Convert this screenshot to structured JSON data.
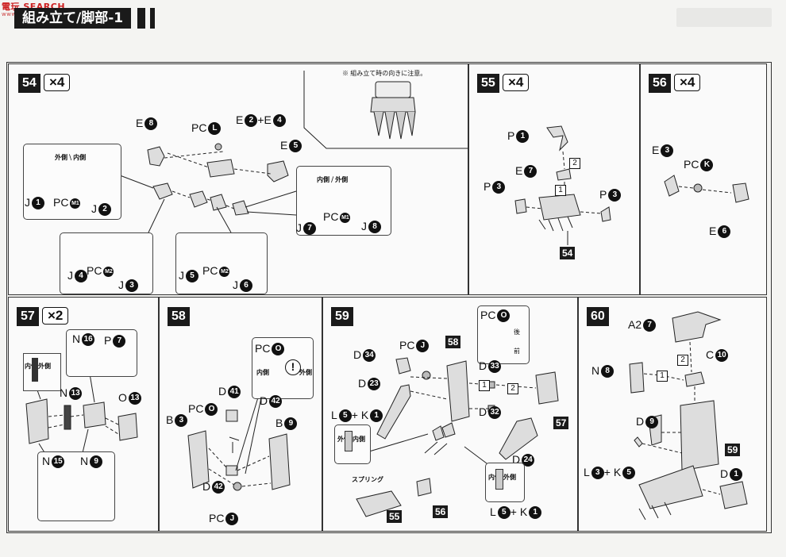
{
  "header": {
    "watermark": "電玩 SEARCH",
    "watermark_url": "www.toomoo.com",
    "title": "組み立て/脚部-1"
  },
  "steps": {
    "s54": {
      "number": "54",
      "multiplier": "×4",
      "note": "※ 組み立て時の向きに注意。",
      "labels": {
        "e8": "E",
        "e8n": "8",
        "pcl": "PC",
        "pcln": "L",
        "e2e4": "E",
        "e2n": "2",
        "plus": "+E",
        "e4n": "4",
        "e5": "E",
        "e5n": "5",
        "sideA_out": "外側",
        "sideA_in": "内側",
        "sideB_in": "内側",
        "sideB_out": "外側",
        "j1": "J",
        "j1n": "1",
        "pcm1a": "PC",
        "m1a": "M1",
        "j2": "J",
        "j2n": "2",
        "j7": "J",
        "j7n": "7",
        "pcm1b": "PC",
        "m1b": "M1",
        "j8": "J",
        "j8n": "8",
        "j4": "J",
        "j4n": "4",
        "pcm2a": "PC",
        "m2a": "M2",
        "j3": "J",
        "j3n": "3",
        "j5": "J",
        "j5n": "5",
        "pcm2b": "PC",
        "m2b": "M2",
        "j6": "J",
        "j6n": "6"
      }
    },
    "s55": {
      "number": "55",
      "multiplier": "×4",
      "labels": {
        "p1": "P",
        "p1n": "1",
        "e7": "E",
        "e7n": "7",
        "p3a": "P",
        "p3an": "3",
        "p3b": "P",
        "p3bn": "3",
        "step1": "1",
        "step2": "2",
        "ref54": "54"
      }
    },
    "s56": {
      "number": "56",
      "multiplier": "×4",
      "labels": {
        "e3": "E",
        "e3n": "3",
        "pck": "PC",
        "pckn": "K",
        "e6": "E",
        "e6n": "6"
      }
    },
    "s57": {
      "number": "57",
      "multiplier": "×2",
      "labels": {
        "n16": "N",
        "n16n": "16",
        "p7": "P",
        "p7n": "7",
        "side_in": "内側",
        "side_out": "外側",
        "n13": "N",
        "n13n": "13",
        "o13": "O",
        "o13n": "13",
        "n15": "N",
        "n15n": "15",
        "n9": "N",
        "n9n": "9"
      }
    },
    "s58": {
      "number": "58",
      "labels": {
        "pco": "PC",
        "pcon": "O",
        "side_in": "内側",
        "side_out": "外側",
        "excl": "!",
        "d41": "D",
        "d41n": "41",
        "pco2": "PC",
        "pco2n": "O",
        "b3": "B",
        "b3n": "3",
        "d42a": "D",
        "d42an": "42",
        "b9": "B",
        "b9n": "9",
        "d42b": "D",
        "d42bn": "42",
        "pcj": "PC",
        "pcjn": "J"
      }
    },
    "s59": {
      "number": "59",
      "labels": {
        "pcj": "PC",
        "pcjn": "J",
        "ref58": "58",
        "pco": "PC",
        "pcon": "O",
        "back": "後",
        "front": "前",
        "d34": "D",
        "d34n": "34",
        "d23": "D",
        "d23n": "23",
        "d33": "D",
        "d33n": "33",
        "d32": "D",
        "d32n": "32",
        "step1": "1",
        "step2": "2",
        "ref57": "57",
        "l5k1a": "L",
        "l5k1an": "5",
        "plusk_a": "+ K",
        "k1an": "1",
        "side_out_a": "外側",
        "side_in_a": "内側",
        "d24": "D",
        "d24n": "24",
        "spring": "スプリング",
        "side_in_b": "内側",
        "side_out_b": "外側",
        "l5k1b": "L",
        "l5k1bn": "5",
        "plusk_b": "+ K",
        "k1bn": "1",
        "ref55": "55",
        "ref56": "56"
      }
    },
    "s60": {
      "number": "60",
      "labels": {
        "a2": "A2",
        "a2n": "7",
        "c10": "C",
        "c10n": "10",
        "n8": "N",
        "n8n": "8",
        "step1": "1",
        "step2": "2",
        "d9": "D",
        "d9n": "9",
        "ref59": "59",
        "l3k5": "L",
        "l3n": "3",
        "plusk": "+ K",
        "k5n": "5",
        "d1": "D",
        "d1n": "1"
      }
    }
  }
}
